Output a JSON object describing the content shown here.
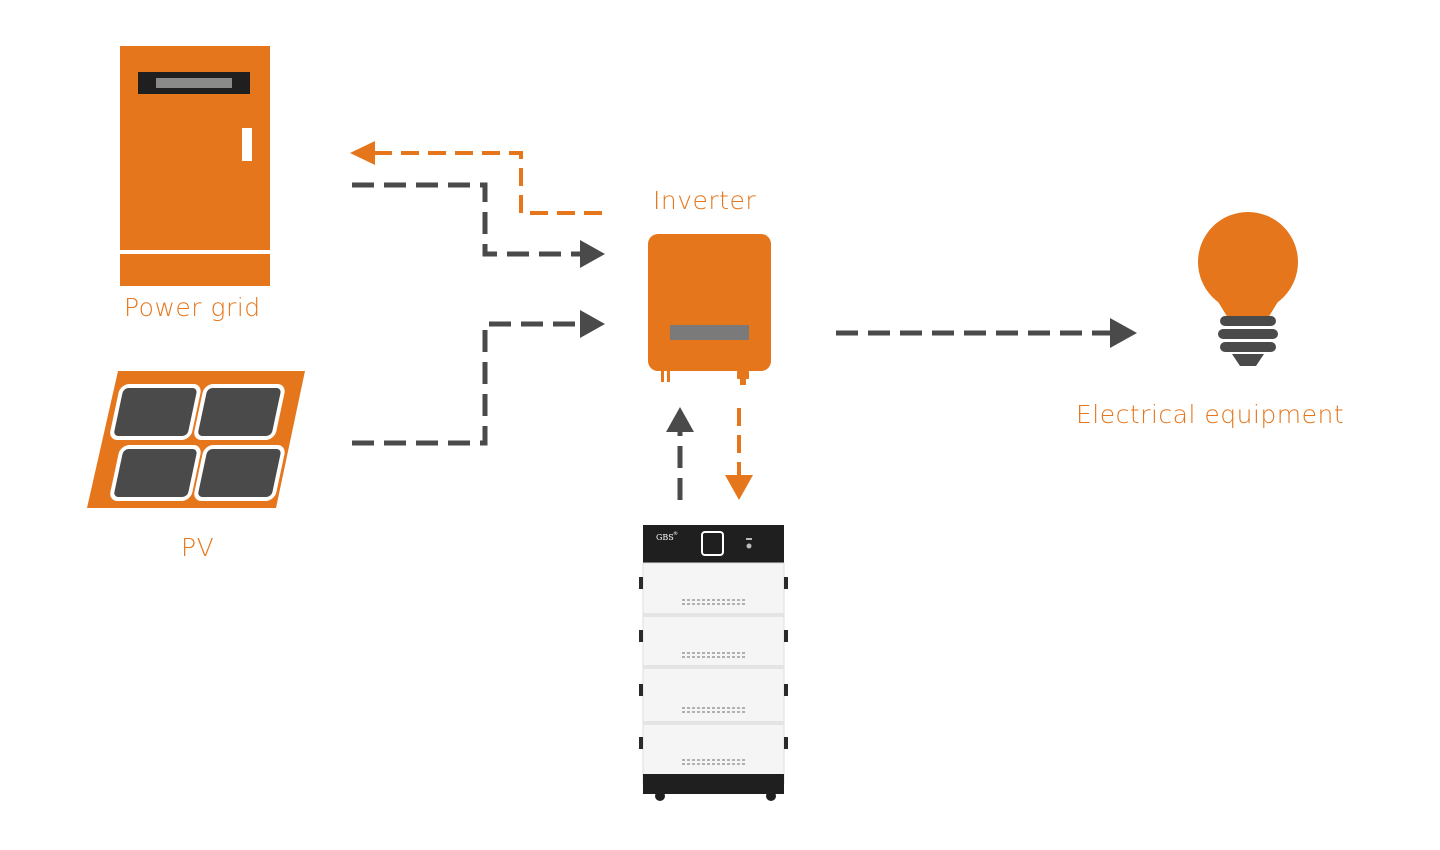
{
  "labels": {
    "power_grid": "Power grid",
    "pv": "PV",
    "inverter": "Inverter",
    "electrical_equipment": "Electrical equipment"
  },
  "battery": {
    "brand": "GBS",
    "brand_mark": "®"
  },
  "colors": {
    "accent": "#E5761C",
    "dark": "#4A4A4A",
    "background": "#FFFFFF"
  },
  "icons": {
    "power_grid": "electrical-cabinet-icon",
    "pv": "solar-panel-icon",
    "inverter": "inverter-icon",
    "equipment": "light-bulb-icon",
    "battery": "battery-stack-icon"
  }
}
